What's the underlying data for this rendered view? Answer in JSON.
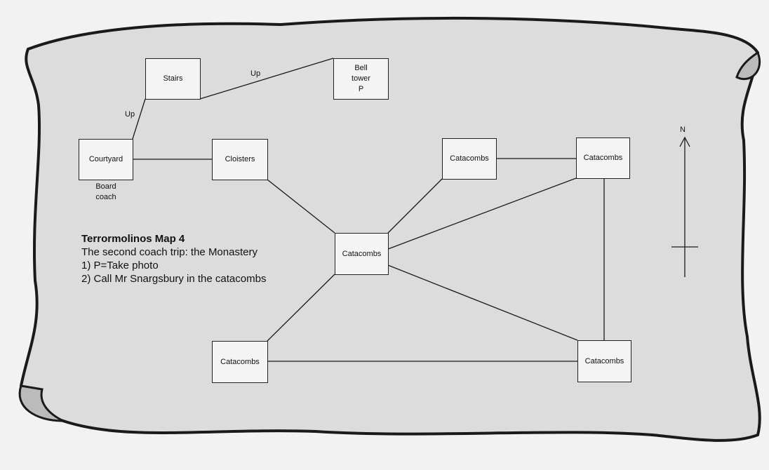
{
  "legend": {
    "title": "Terrormolinos Map 4",
    "subtitle": "The second coach trip: the Monastery",
    "notes": [
      "1) P=Take photo",
      "2) Call Mr Snargsbury in the catacombs"
    ]
  },
  "rooms": {
    "stairs": "Stairs",
    "bell_tower_1": "Bell",
    "bell_tower_2": "tower",
    "bell_tower_mark": "P",
    "courtyard": "Courtyard",
    "courtyard_note_1": "Board",
    "courtyard_note_2": "coach",
    "cloisters": "Cloisters",
    "catacombs_top": "Catacombs",
    "catacombs_top_right": "Catacombs",
    "catacombs_center": "Catacombs",
    "catacombs_bottom_left": "Catacombs",
    "catacombs_bottom_right": "Catacombs"
  },
  "edges": {
    "up_1": "Up",
    "up_2": "Up"
  },
  "compass": {
    "north": "N"
  },
  "colors": {
    "parchment": "#dedede",
    "ink": "#1a1a1a"
  }
}
